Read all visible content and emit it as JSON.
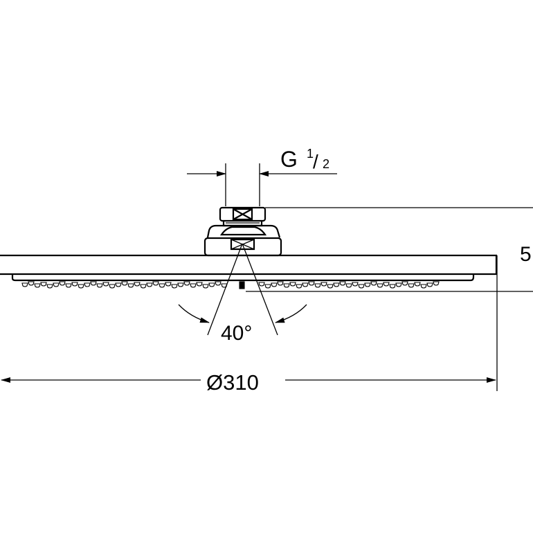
{
  "dimensions": {
    "thread_label": "G",
    "thread_num": "1",
    "thread_den": "2",
    "angle_label": "40°",
    "diameter_label": "Ø310",
    "right_cut_label": "5"
  },
  "colors": {
    "line": "#000000",
    "background": "#ffffff"
  }
}
